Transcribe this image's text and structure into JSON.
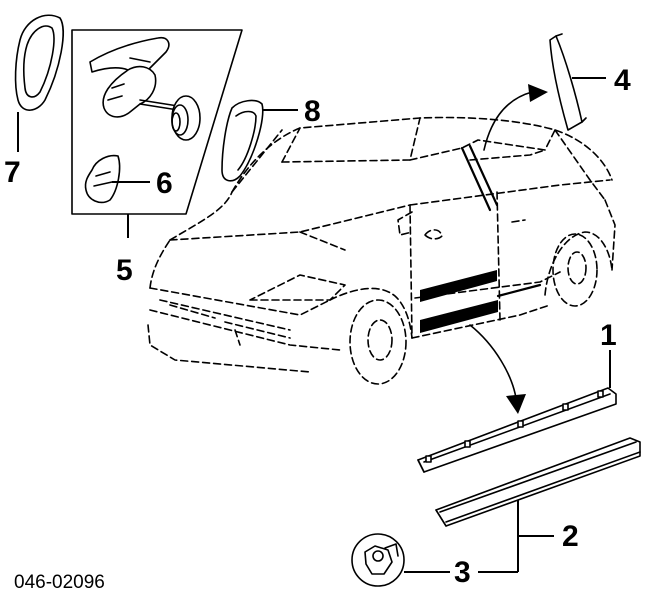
{
  "callouts": {
    "c1": "1",
    "c2": "2",
    "c3": "3",
    "c4": "4",
    "c5": "5",
    "c6": "6",
    "c7": "7",
    "c8": "8"
  },
  "diagram_number": "046-02096"
}
